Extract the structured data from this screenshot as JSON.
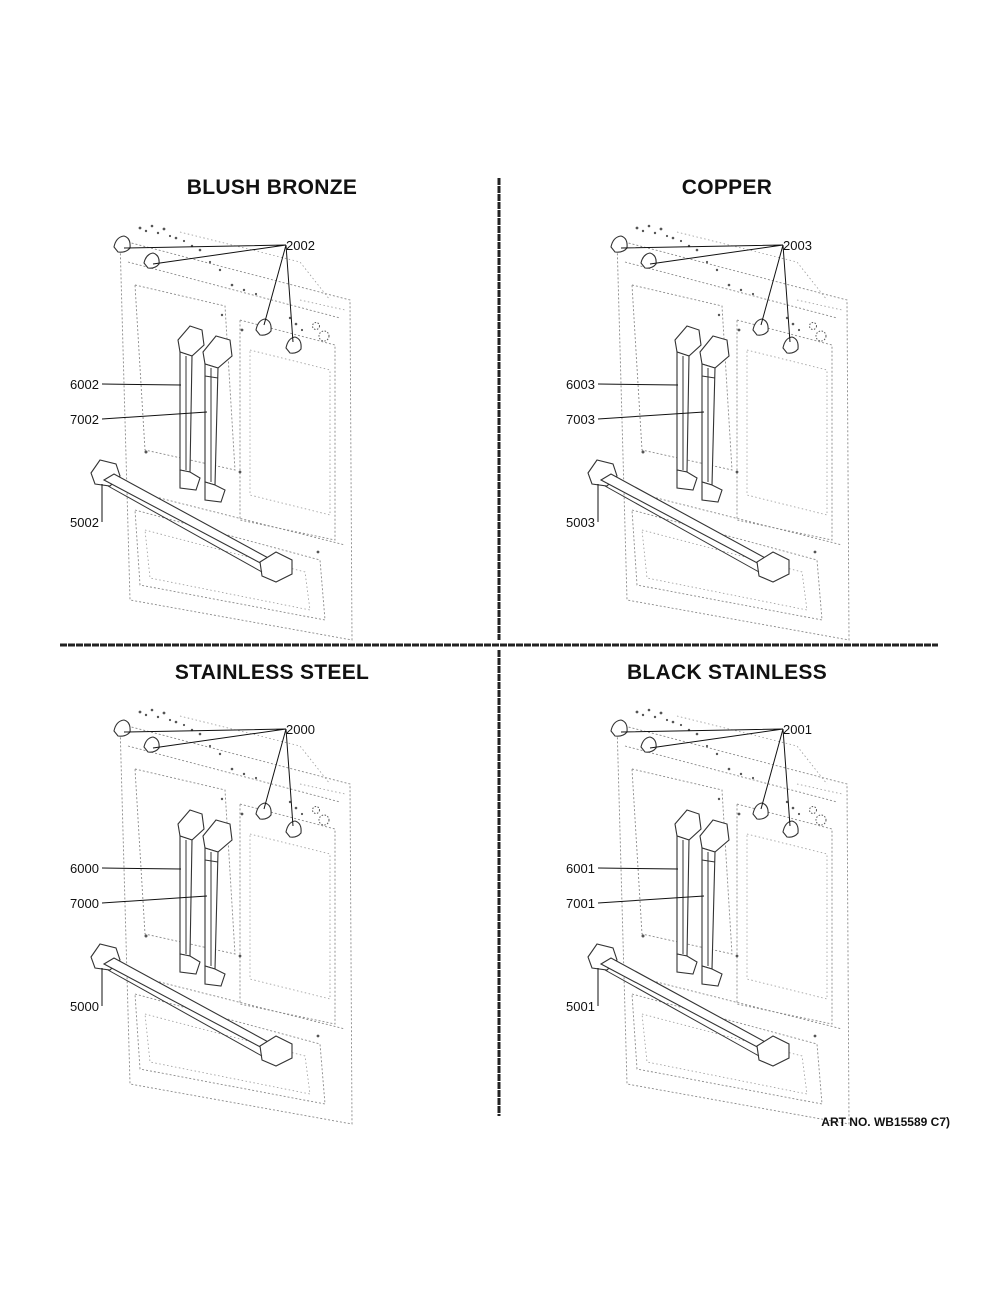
{
  "quadrants": [
    {
      "title": "BLUSH BRONZE",
      "callouts": {
        "knob": "2002",
        "left_handle": "6002",
        "right_handle": "7002",
        "lower_handle": "5002"
      }
    },
    {
      "title": "COPPER",
      "callouts": {
        "knob": "2003",
        "left_handle": "6003",
        "right_handle": "7003",
        "lower_handle": "5003"
      }
    },
    {
      "title": "STAINLESS STEEL",
      "callouts": {
        "knob": "2000",
        "left_handle": "6000",
        "right_handle": "7000",
        "lower_handle": "5000"
      }
    },
    {
      "title": "BLACK STAINLESS",
      "callouts": {
        "knob": "2001",
        "left_handle": "6001",
        "right_handle": "7001",
        "lower_handle": "5001"
      }
    }
  ],
  "art_number": "ART NO. WB15589 C7)"
}
